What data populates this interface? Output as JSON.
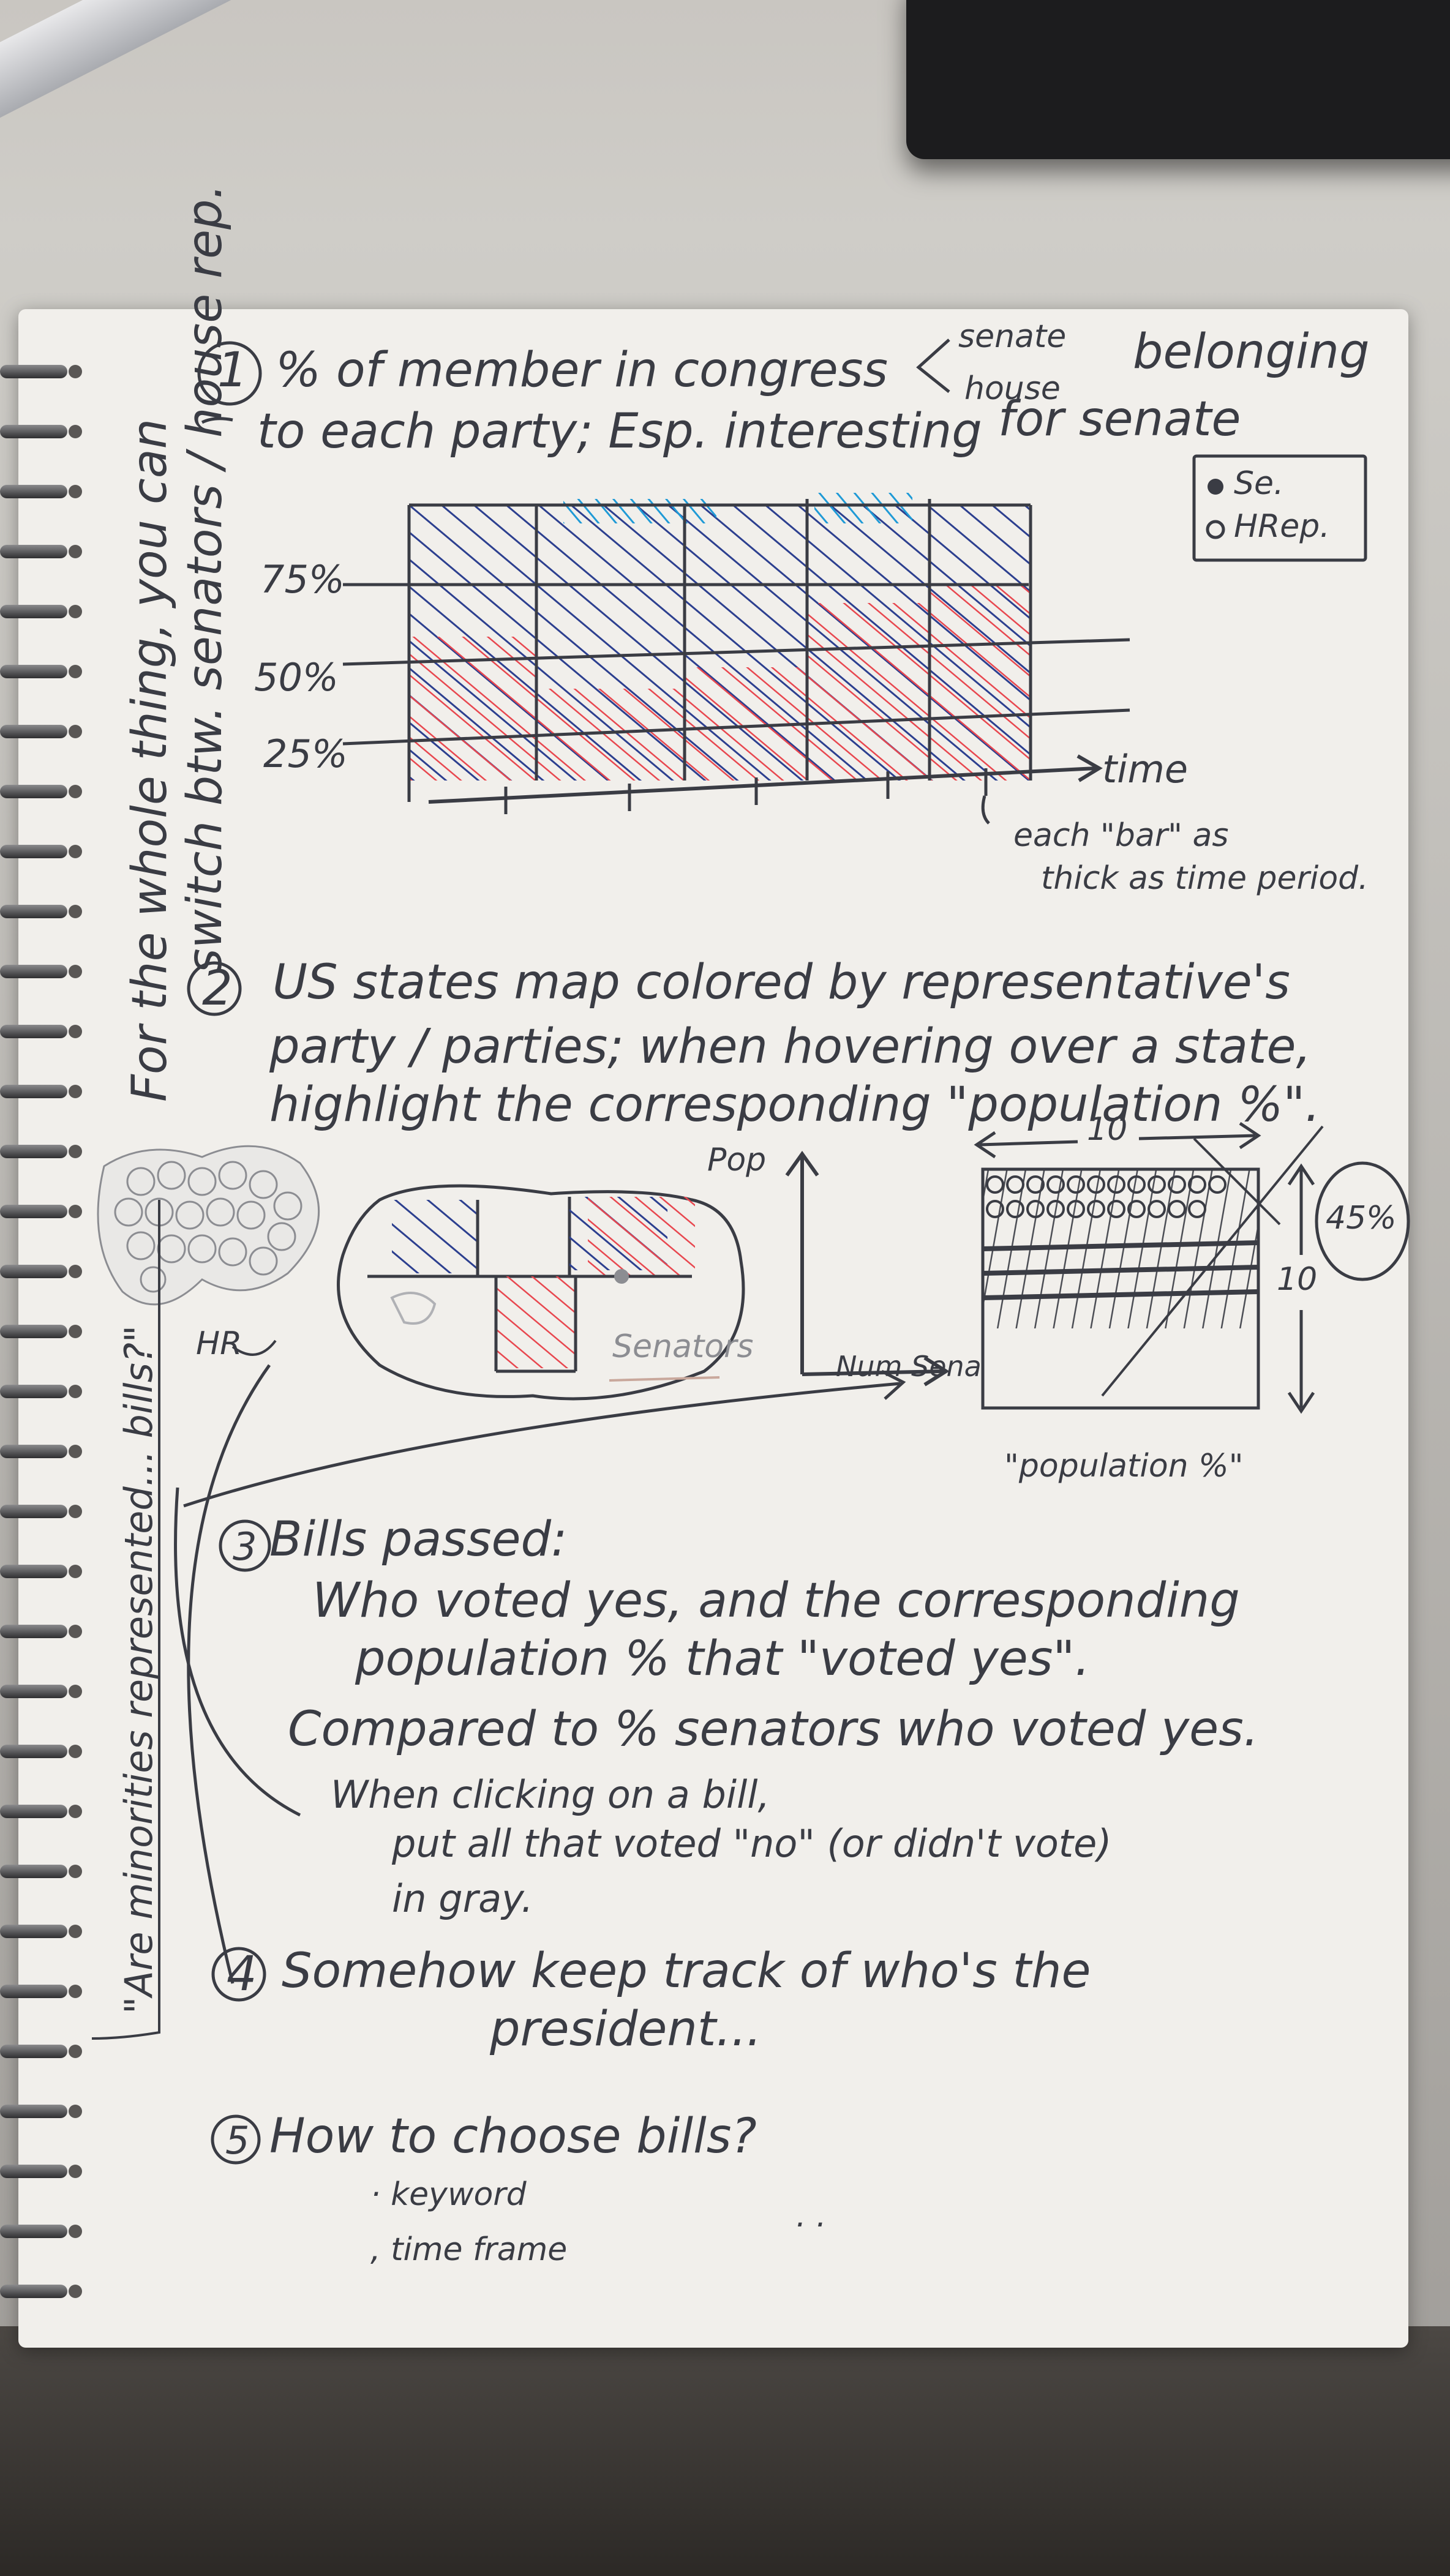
{
  "notes": {
    "item1": {
      "number": "1",
      "line1": "% of member in congress",
      "options": [
        "senate",
        "house"
      ],
      "line1_end": "belonging",
      "line2": "to each party; Esp. interesting",
      "line2_end": "for senate",
      "legend": [
        "Se.",
        "HRep."
      ],
      "y_ticks": [
        "75%",
        "50%",
        "25%"
      ],
      "x_label": "time",
      "x_note_1": "each \"bar\" as",
      "x_note_2": "thick as time period."
    },
    "item2": {
      "number": "2",
      "line1": "US states map colored by representative's",
      "line2": "party / parties; when hovering over a state,",
      "line3": "highlight the corresponding \"population %\".",
      "hr_label": "HR",
      "senators_label": "Senators",
      "pop_axis": "Pop",
      "num_axis": "Num Sena",
      "grid_top": "10",
      "grid_side": "10",
      "grid_badge": "45%",
      "grid_caption": "\"population %\""
    },
    "item3": {
      "number": "3",
      "line1": "Bills passed:",
      "line2": "Who voted yes, and the corresponding",
      "line3": "population % that \"voted yes\".",
      "line4": "Compared to % senators who voted yes.",
      "line5": "When clicking on a bill,",
      "line6": "put all that voted \"no\" (or didn't vote)",
      "line7": "in gray."
    },
    "item4": {
      "number": "4",
      "line1": "Somehow keep track of who's the",
      "line2": "president..."
    },
    "item5": {
      "number": "5",
      "line1": "How to choose bills?",
      "bullet1": "keyword",
      "bullet2": "time frame",
      "dots": ". ."
    },
    "margin_top": "For the whole thing, you can",
    "margin_top_2": "switch btw. senators / house rep.",
    "margin_bottom": "\"Are minorities represented... bills?\""
  },
  "colors": {
    "ink": "#3a3c44",
    "dem_blue": "#2c3f8f",
    "senate_cyan": "#1f9ad6",
    "rep_red": "#e8474f",
    "paper": "#f1efeb"
  }
}
